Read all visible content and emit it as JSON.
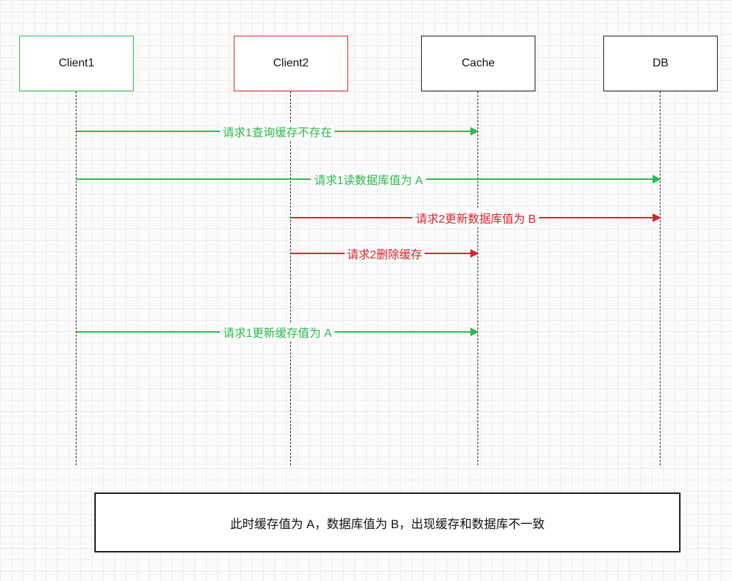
{
  "colors": {
    "green": "#2eb84f",
    "red": "#d9232d",
    "black": "#1a1a1a",
    "canvas-bg": "#fbfbfb",
    "grid-line": "#ececec"
  },
  "diagram": {
    "type": "sequence-diagram",
    "actors": [
      {
        "label": "Client1",
        "border_color": "#2eb84f"
      },
      {
        "label": "Client2",
        "border_color": "#d9232d"
      },
      {
        "label": "Cache",
        "border_color": "#1a1a1a"
      },
      {
        "label": "DB",
        "border_color": "#1a1a1a"
      }
    ],
    "messages": [
      {
        "label": "请求1查询缓存不存在",
        "from": "Client1",
        "to": "Cache",
        "color": "#2eb84f"
      },
      {
        "label": "请求1读数据库值为 A",
        "from": "Client1",
        "to": "DB",
        "color": "#2eb84f"
      },
      {
        "label": "请求2更新数据库值为 B",
        "from": "Client2",
        "to": "DB",
        "color": "#d9232d"
      },
      {
        "label": "请求2删除缓存",
        "from": "Client2",
        "to": "Cache",
        "color": "#d9232d"
      },
      {
        "label": "请求1更新缓存值为 A",
        "from": "Client1",
        "to": "Cache",
        "color": "#2eb84f"
      }
    ],
    "note": {
      "text": "此时缓存值为 A，数据库值为 B，出现缓存和数据库不一致"
    }
  }
}
